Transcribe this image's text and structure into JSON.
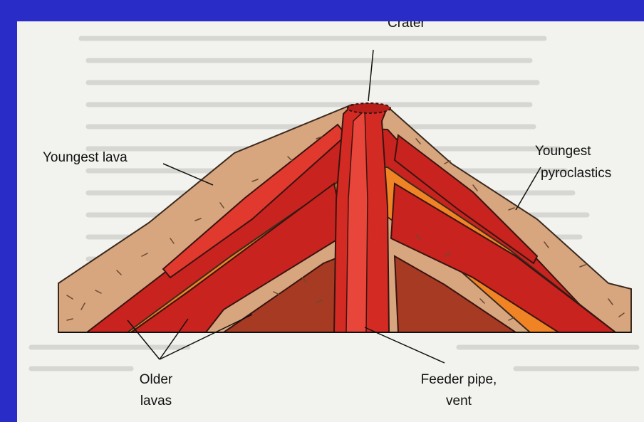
{
  "diagram": {
    "labels": {
      "crater": "Crater",
      "youngest_lava": "Youngest lava",
      "youngest_pyroclastics_1": "Youngest",
      "youngest_pyroclastics_2": "pyroclastics",
      "older_lavas_1": "Older",
      "older_lavas_2": "lavas",
      "feeder_pipe_1": "Feeder pipe,",
      "feeder_pipe_2": "vent"
    }
  },
  "colors": {
    "frame": "#2a2cc8",
    "page": "#f2f2ee",
    "tan": "#d7a57e",
    "lava": "#d42a24",
    "lava_dark": "#a81c1a",
    "orange": "#f08424",
    "brown": "#a63a22"
  }
}
